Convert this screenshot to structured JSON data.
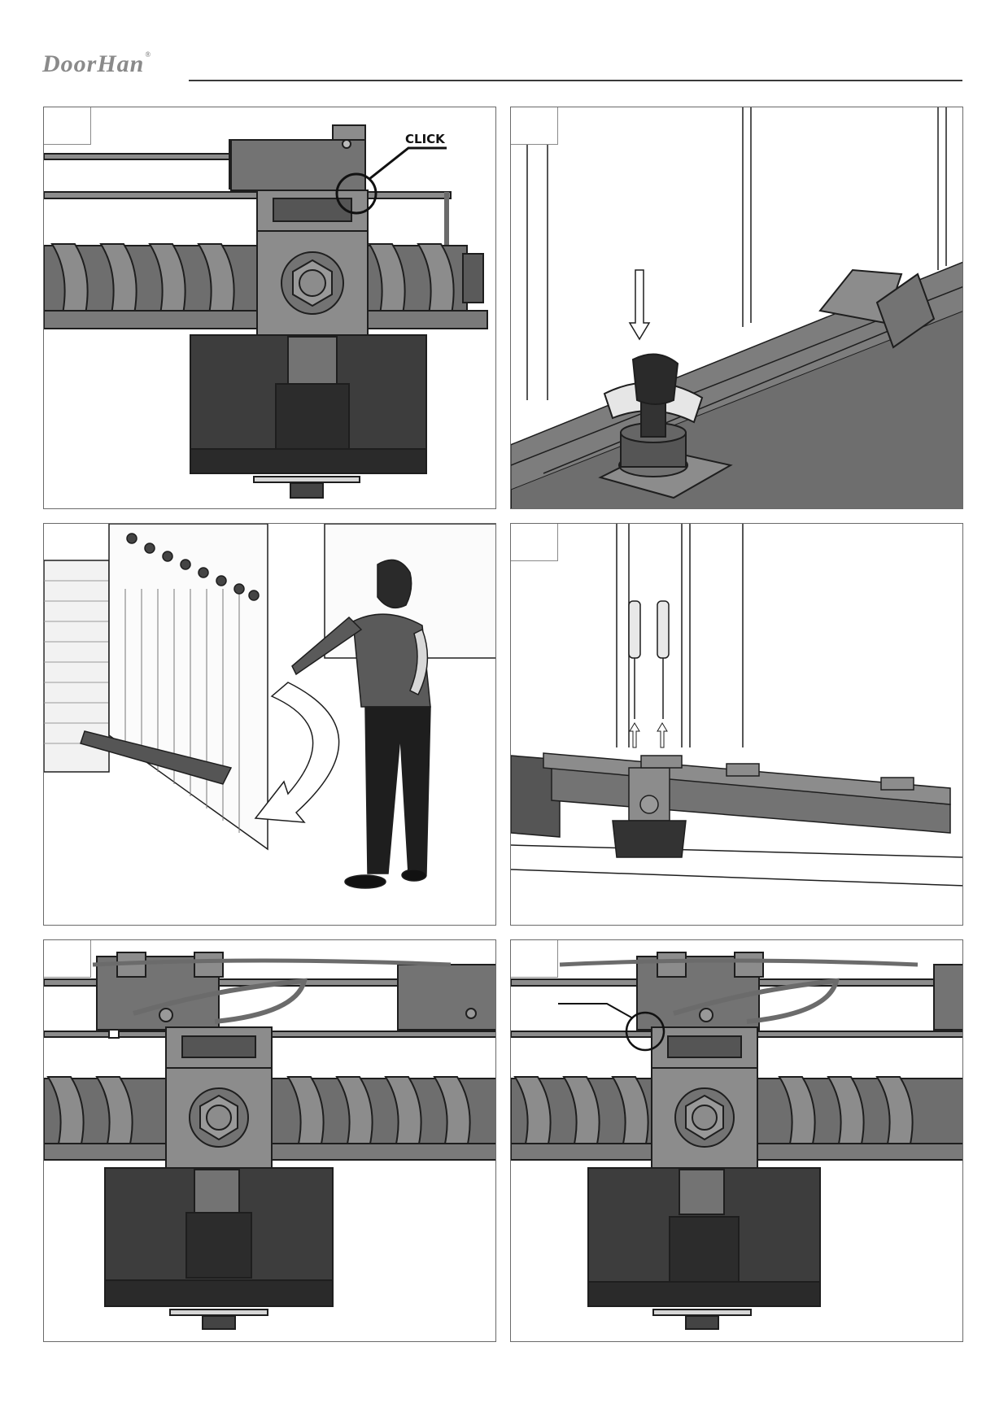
{
  "header": {
    "brand": "DoorHan",
    "registered_mark": "®"
  },
  "panels": [
    {
      "id": "panel-1",
      "callout": "CLICK"
    },
    {
      "id": "panel-2"
    },
    {
      "id": "panel-3"
    },
    {
      "id": "panel-4"
    },
    {
      "id": "panel-5"
    },
    {
      "id": "panel-6"
    }
  ],
  "colors": {
    "motor_dark": "#3d3d3d",
    "metal_mid": "#737373",
    "metal_light": "#8c8c8c",
    "outline": "#1e1e1e"
  }
}
